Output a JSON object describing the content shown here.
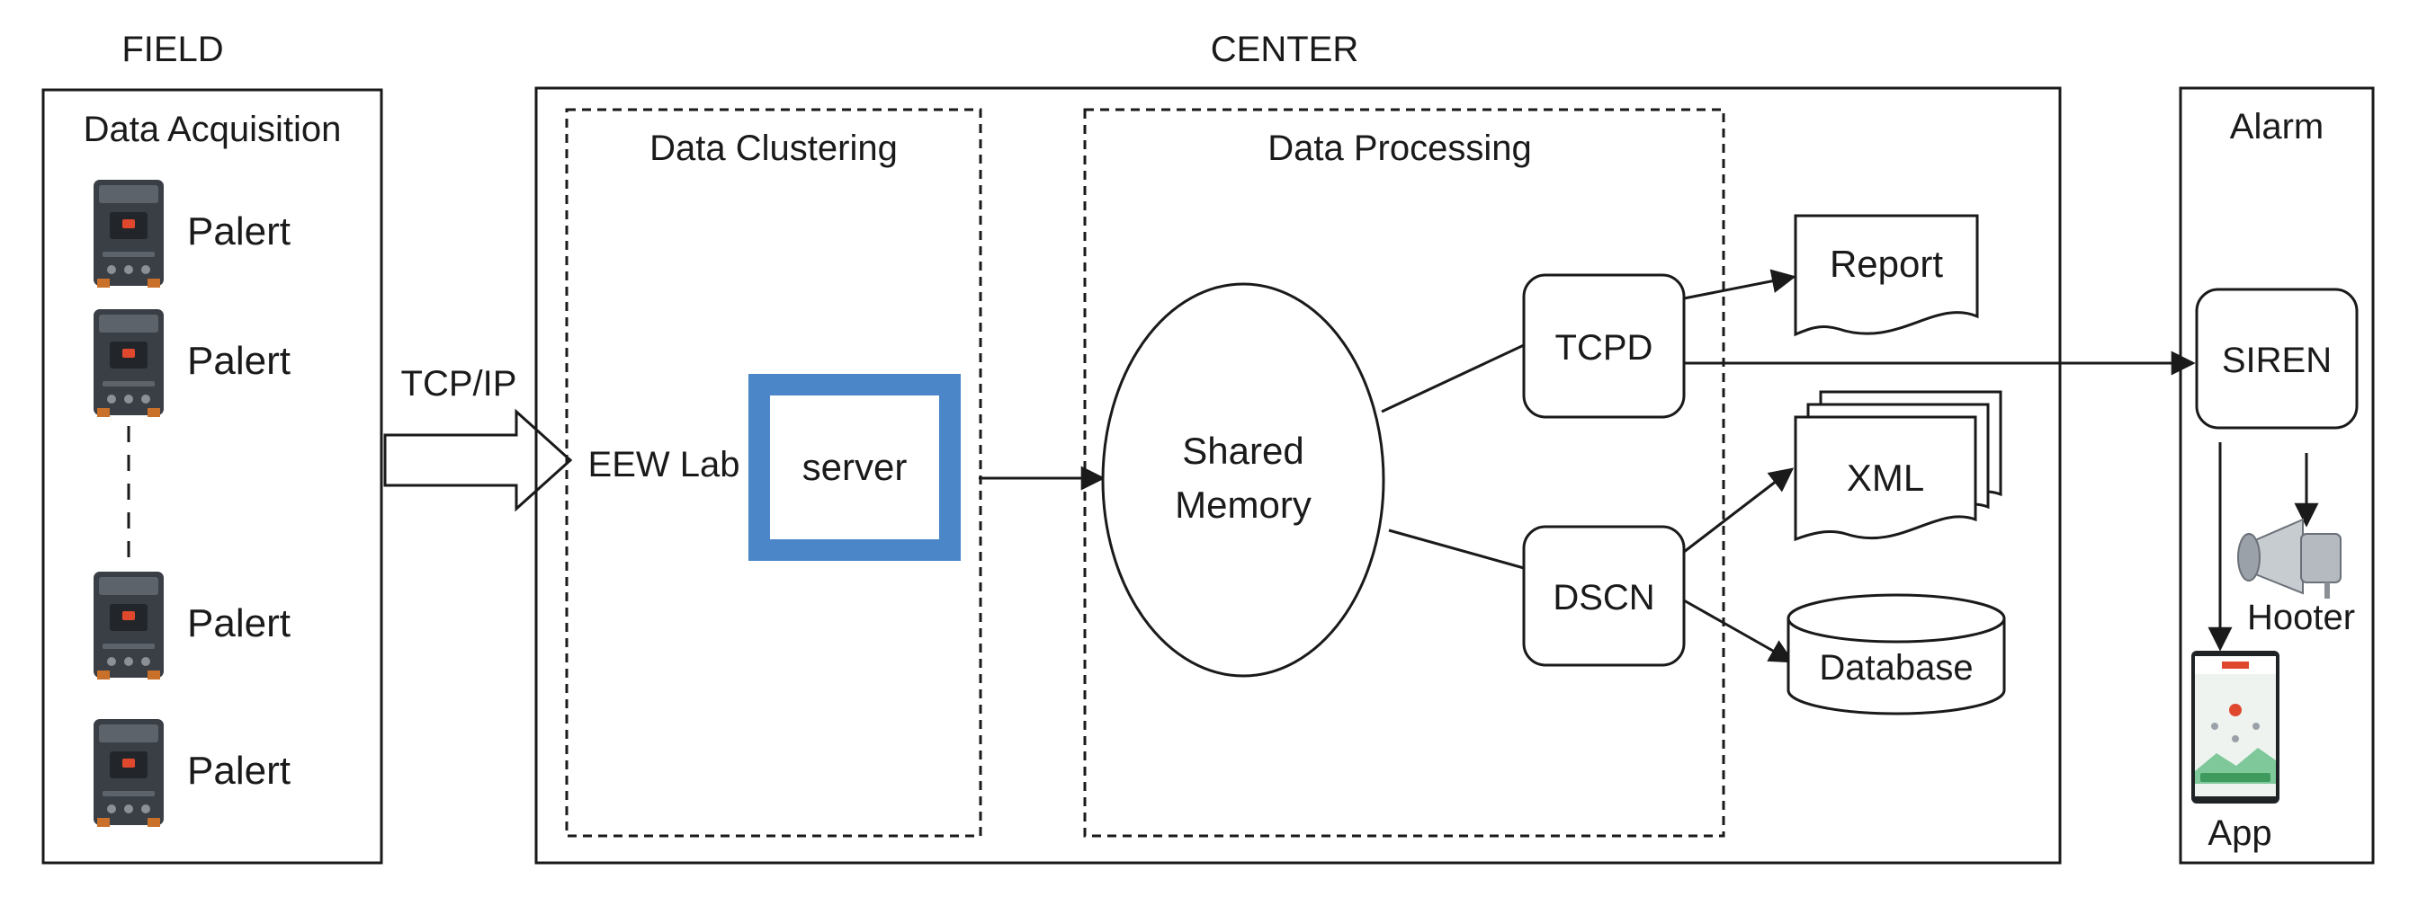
{
  "sections": {
    "field": "FIELD",
    "center": "CENTER"
  },
  "data_acquisition": {
    "title": "Data Acquisition",
    "devices": [
      "Palert",
      "Palert",
      "Palert",
      "Palert"
    ]
  },
  "link": {
    "protocol": "TCP/IP"
  },
  "data_clustering": {
    "title": "Data Clustering",
    "lab": "EEW Lab",
    "server": "server"
  },
  "data_processing": {
    "title": "Data Processing",
    "shared_memory_line1": "Shared",
    "shared_memory_line2": "Memory",
    "tcpd": "TCPD",
    "dscn": "DSCN"
  },
  "outputs": {
    "report": "Report",
    "xml": "XML",
    "database": "Database"
  },
  "alarm": {
    "title": "Alarm",
    "siren": "SIREN",
    "hooter": "Hooter",
    "app": "App"
  },
  "colors": {
    "server_border": "#4a86c8",
    "stroke": "#1a1a1a",
    "device_body": "#3a3f45",
    "device_accent": "#e0482e",
    "app_green": "#7ec89a"
  },
  "icons": {
    "device": "palert-device-icon",
    "hooter": "hooter-speaker-icon",
    "app": "mobile-app-icon"
  }
}
